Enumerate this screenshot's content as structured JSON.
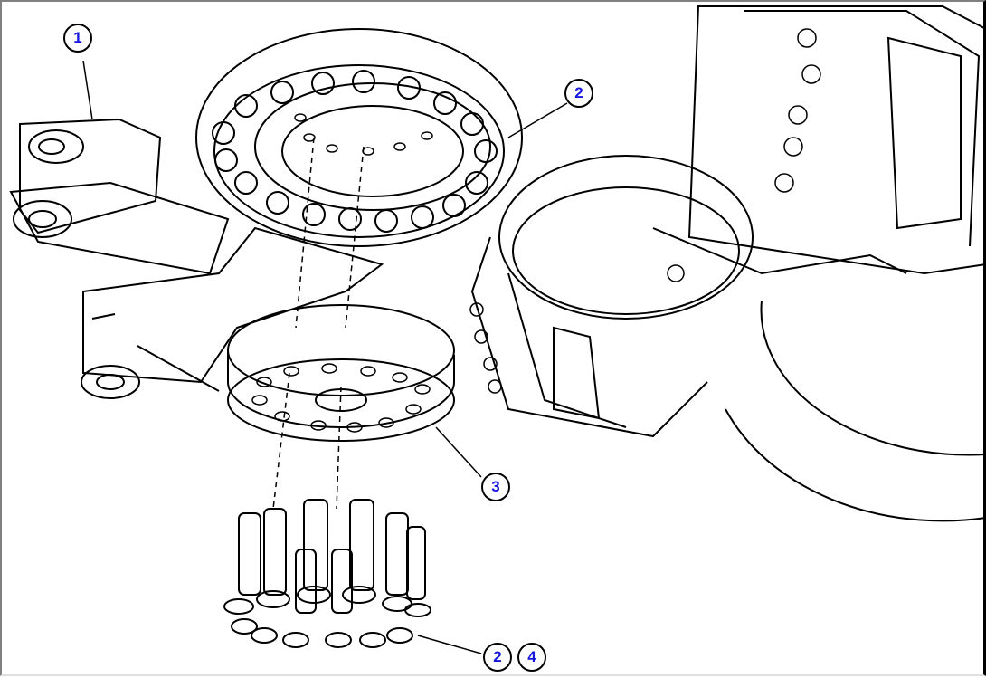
{
  "diagram": {
    "type": "exploded parts illustration",
    "colors": {
      "line": "#000000",
      "callout_text": "#1515e0",
      "background": "#ffffff"
    },
    "callouts": [
      {
        "id": "c1",
        "label": "1",
        "target": "axle housing / mounting bracket"
      },
      {
        "id": "c2a",
        "label": "2",
        "target": "bolts installed in bearing ring"
      },
      {
        "id": "c3",
        "label": "3",
        "target": "spacer plate"
      },
      {
        "id": "c2b",
        "label": "2",
        "target": "bolts (loose)"
      },
      {
        "id": "c4",
        "label": "4",
        "target": "washers"
      }
    ]
  }
}
